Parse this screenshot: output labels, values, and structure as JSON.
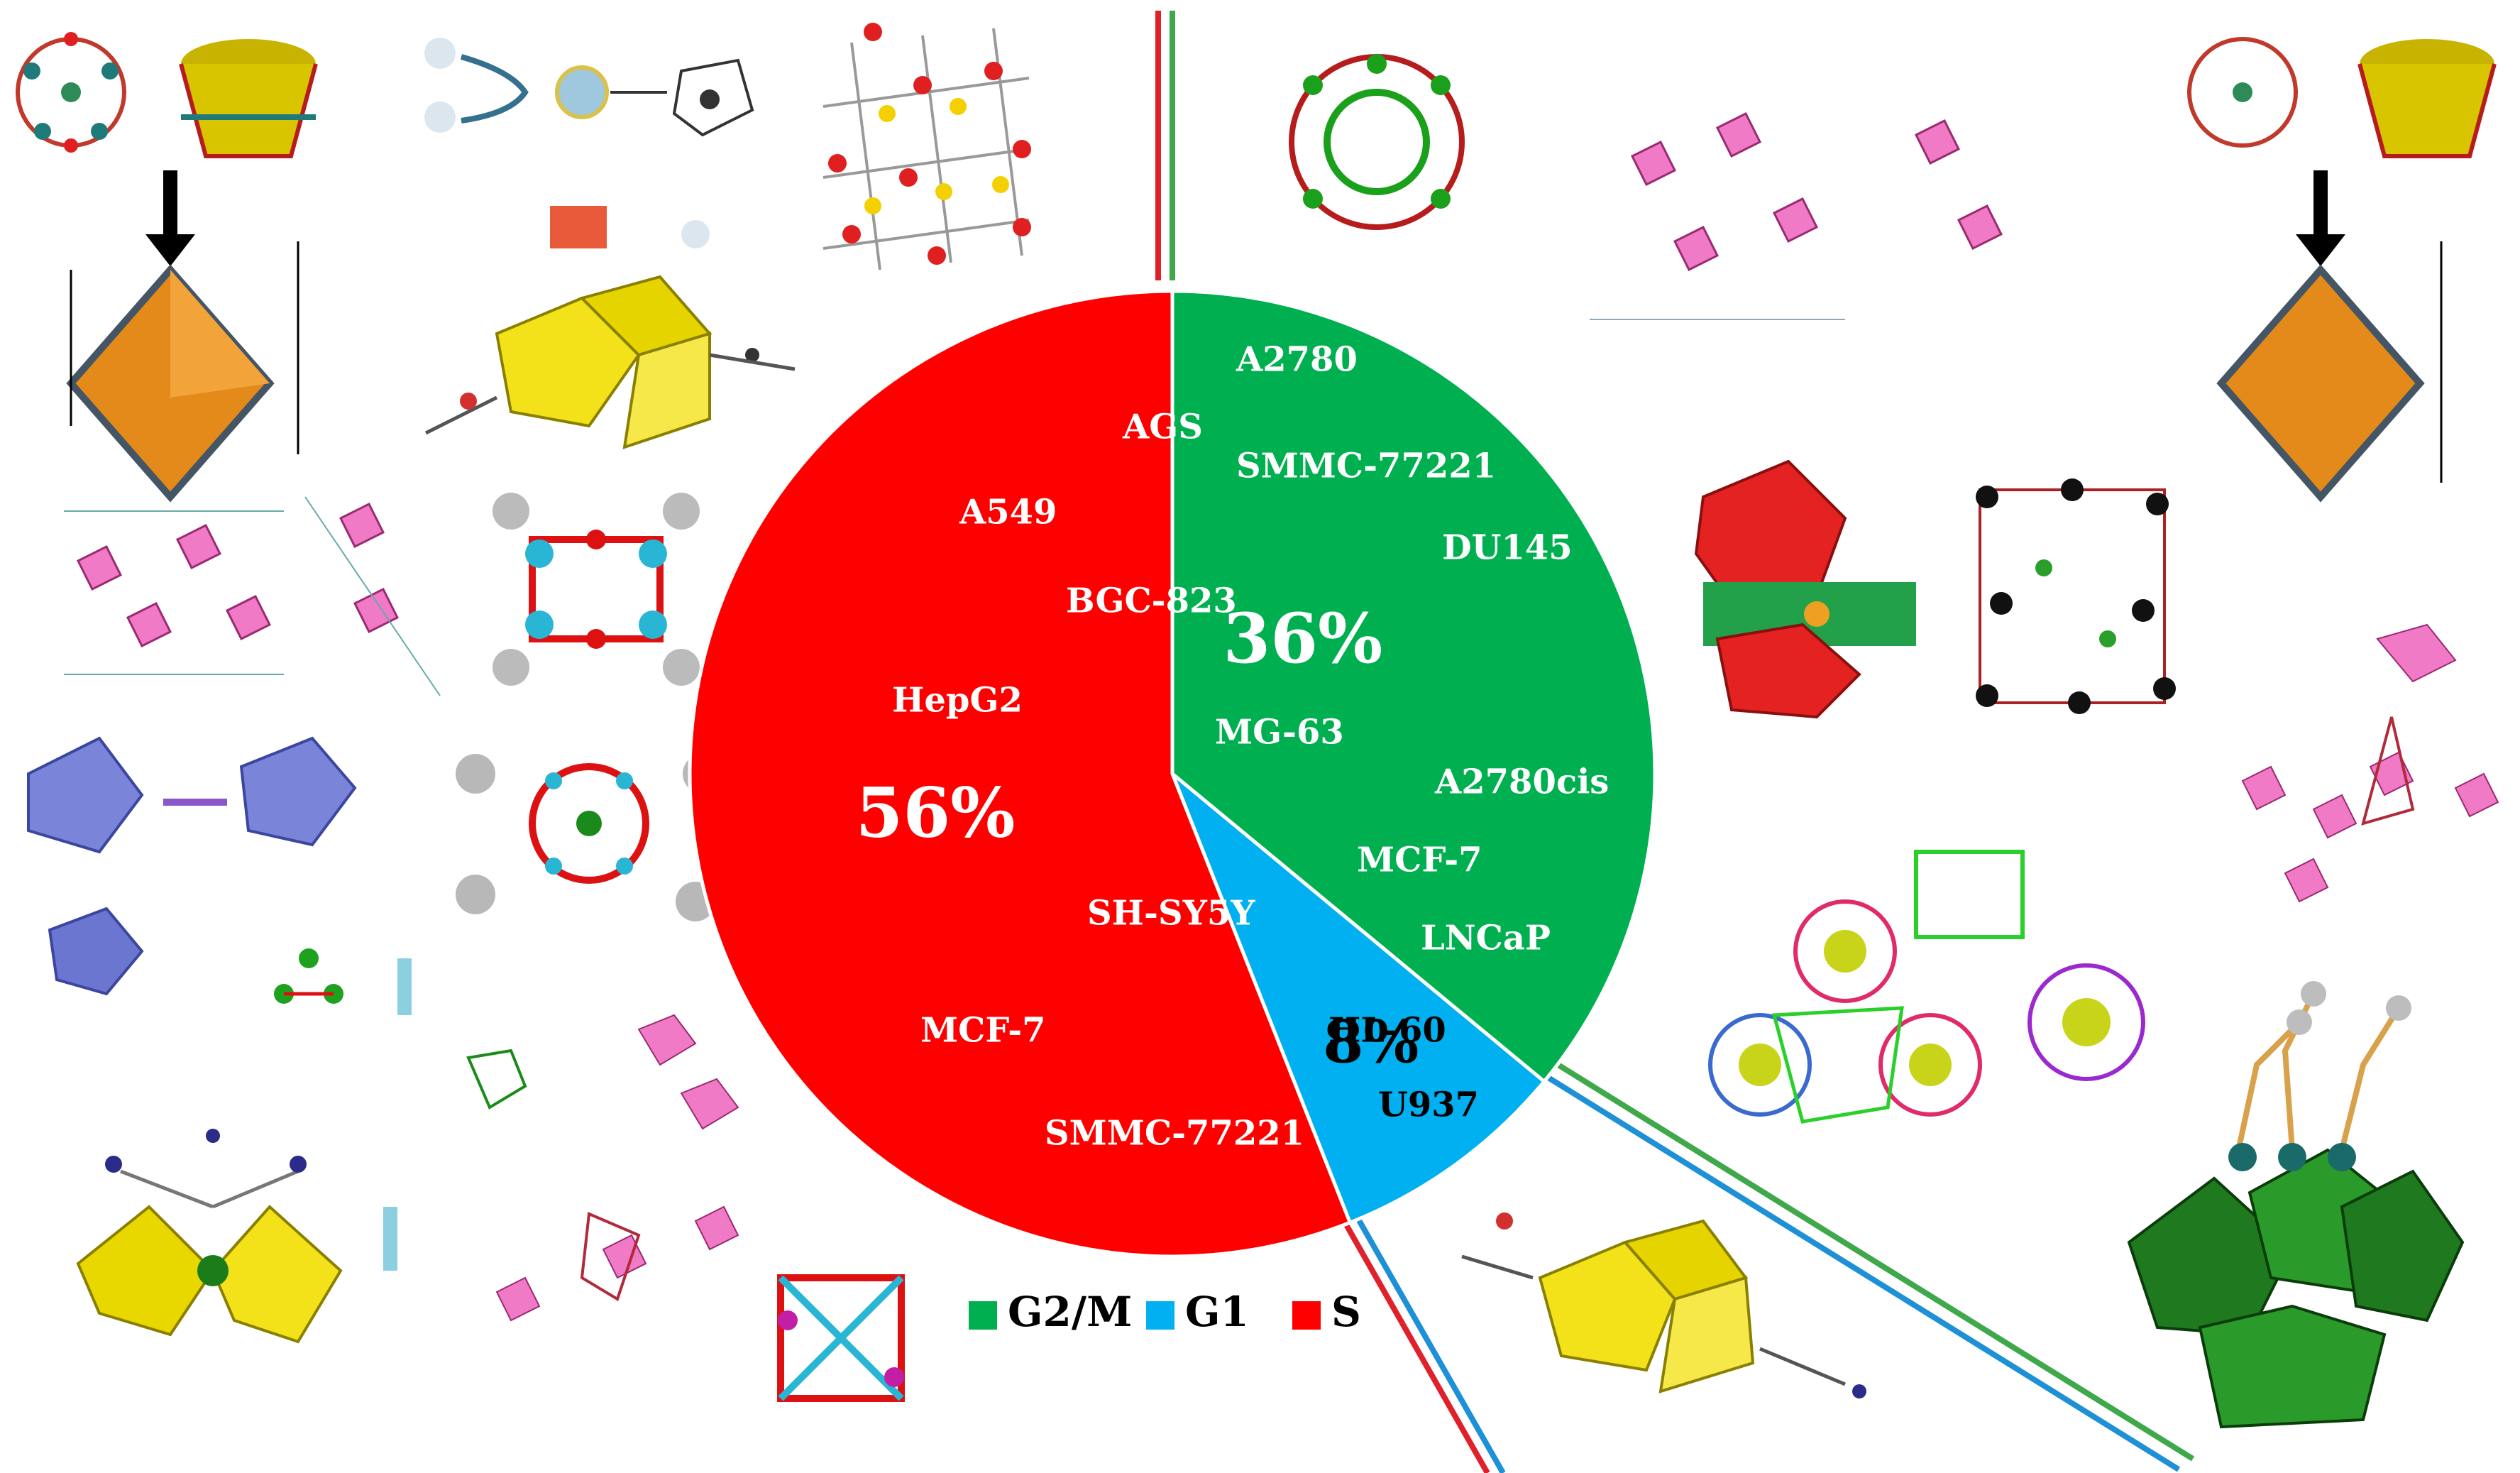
{
  "chart_data": {
    "type": "pie",
    "slices": [
      {
        "label": "G2/M",
        "percent": 36,
        "percent_text": "36%",
        "color": "#00b050",
        "text_color": "#ffffff",
        "cell_lines": [
          "A2780",
          "SMMC-77221",
          "DU145",
          "MG-63",
          "A2780cis",
          "MCF-7",
          "LNCaP"
        ]
      },
      {
        "label": "G1",
        "percent": 8,
        "percent_text": "8%",
        "color": "#00b0f0",
        "text_color": "#000000",
        "cell_lines": [
          "HL-60",
          "U937"
        ]
      },
      {
        "label": "S",
        "percent": 56,
        "percent_text": "56%",
        "color": "#ff0000",
        "text_color": "#ffffff",
        "cell_lines": [
          "AGS",
          "A549",
          "BGC-823",
          "HepG2",
          "SH-SY5Y",
          "MCF-7",
          "SMMC-77221"
        ]
      }
    ],
    "legend": {
      "placement": "bottom",
      "entries": [
        {
          "label": "G2/M",
          "color": "#00b050"
        },
        {
          "label": "G1",
          "color": "#00b0f0"
        },
        {
          "label": "S",
          "color": "#ff0000"
        }
      ]
    },
    "separator_colors": {
      "red": "#e0202a",
      "green": "#3fa84a",
      "blue": "#1e90d6"
    }
  }
}
